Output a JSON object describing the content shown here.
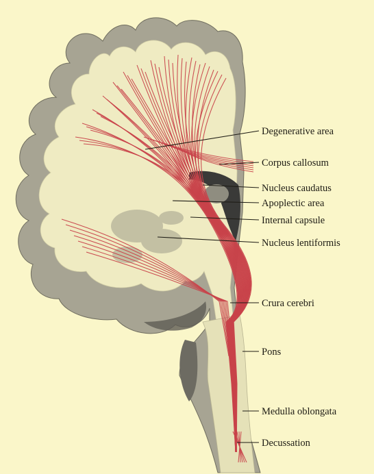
{
  "figure": {
    "labels": [
      {
        "id": "degenerative-area",
        "text": "Degenerative area"
      },
      {
        "id": "corpus-callosum",
        "text": "Corpus callosum"
      },
      {
        "id": "nucleus-caudatus",
        "text": "Nucleus caudatus"
      },
      {
        "id": "apoplectic-area",
        "text": "Apoplectic area"
      },
      {
        "id": "internal-capsule",
        "text": "Internal capsule"
      },
      {
        "id": "nucleus-lentiformis",
        "text": "Nucleus lentiformis"
      },
      {
        "id": "crura-cerebri",
        "text": "Crura cerebri"
      },
      {
        "id": "pons",
        "text": "Pons"
      },
      {
        "id": "medulla-oblongata",
        "text": "Medulla oblongata"
      },
      {
        "id": "decussation",
        "text": "Decussation"
      }
    ],
    "colors": {
      "background": "#faf6c9",
      "gray_matter": "#a7a493",
      "white_matter": "#efebc2",
      "ventricle": "#3a3a38",
      "fibers": "#c8424a"
    }
  }
}
